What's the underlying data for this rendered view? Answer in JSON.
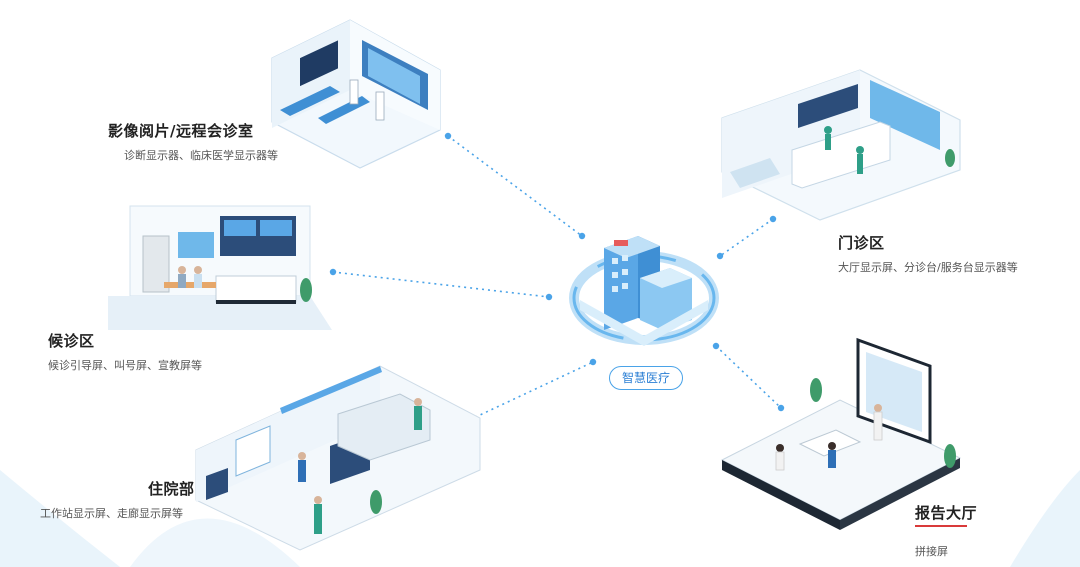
{
  "center": {
    "label": "智慧医疗"
  },
  "zones": {
    "imaging": {
      "title": "影像阅片/远程会诊室",
      "desc": "诊断显示器、临床医学显示器等"
    },
    "outpatient": {
      "title": "门诊区",
      "desc": "大厅显示屏、分诊台/服务台显示器等"
    },
    "waiting": {
      "title": "候诊区",
      "desc": "候诊引导屏、叫号屏、宣教屏等"
    },
    "inpatient": {
      "title": "住院部",
      "desc": "工作站显示屏、走廊显示屏等"
    },
    "report": {
      "title": "报告大厅",
      "desc": "拼接屏"
    }
  },
  "colors": {
    "accent": "#2b7fd4",
    "line": "#4aa3e8",
    "underline": "#d93a3a"
  }
}
